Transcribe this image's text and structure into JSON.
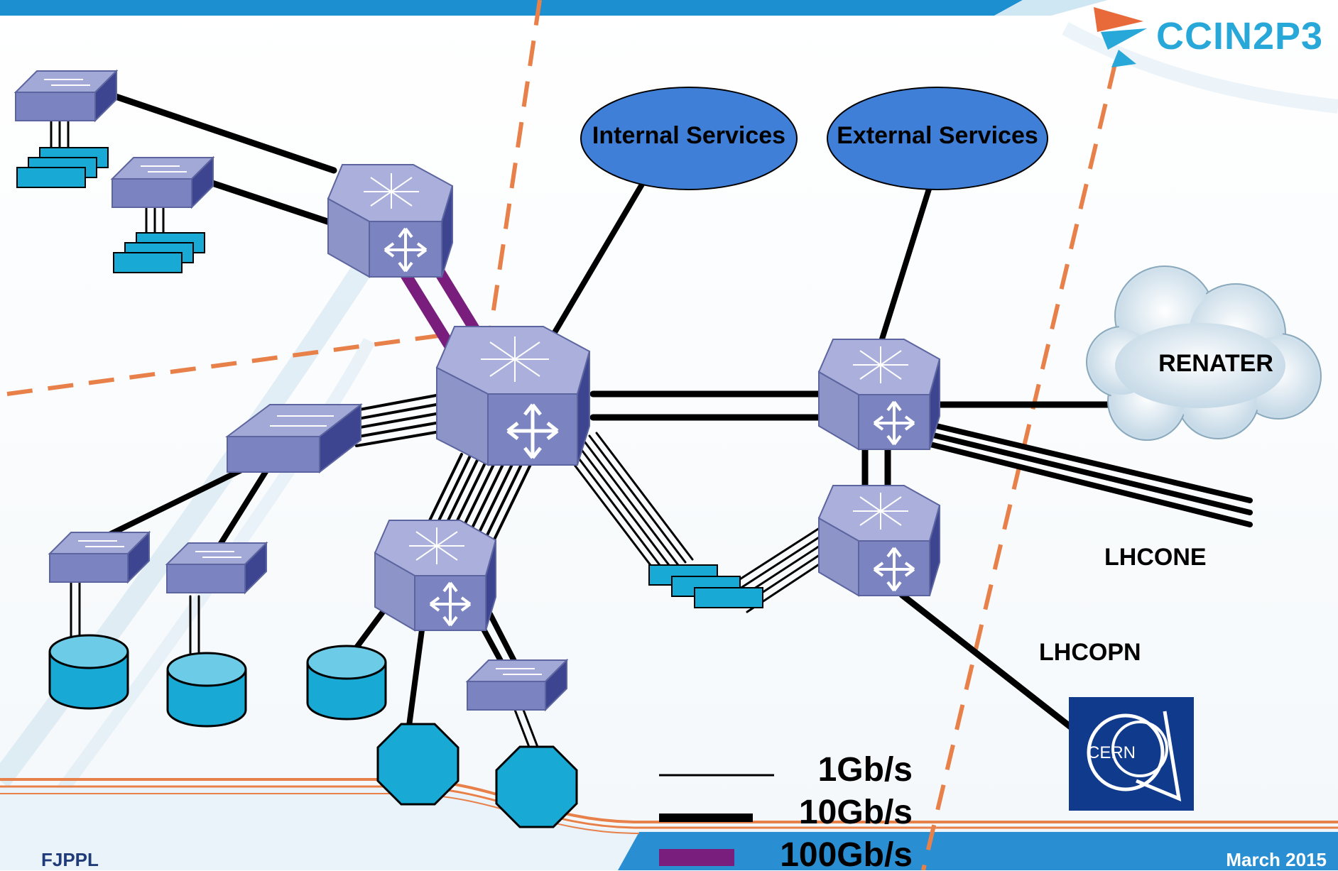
{
  "logo": {
    "text": "CCIN2P3"
  },
  "services": {
    "internal": "Internal Services",
    "external": "External Services"
  },
  "networks": {
    "renater": "RENATER",
    "lhcone": "LHCONE",
    "lhcopn": "LHCOPN",
    "cern_logo": "CERN"
  },
  "legend": {
    "one_gb": "1Gb/s",
    "ten_gb": "10Gb/s",
    "hundred_gb": "100Gb/s"
  },
  "footer": {
    "left": "FJPPL",
    "right": "March 2015"
  },
  "colors": {
    "link_1g": "#000000",
    "link_10g": "#000000",
    "link_100g": "#7a1e7e",
    "boundary": "#e8804a",
    "router": "#7b86bf",
    "server": "#18a9d4",
    "service": "#3f7fd8"
  }
}
